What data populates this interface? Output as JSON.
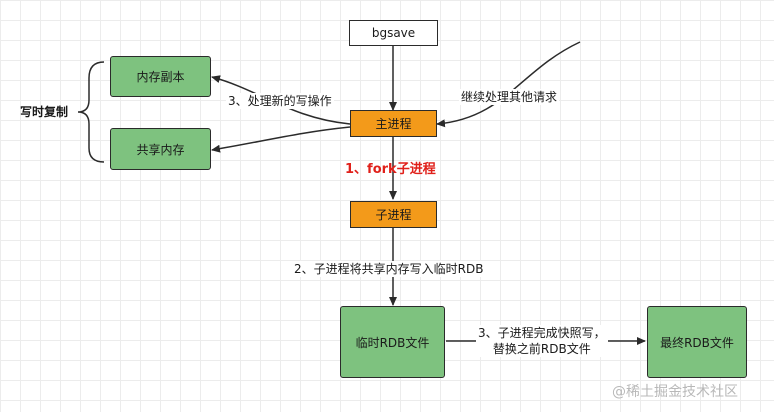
{
  "nodes": {
    "bgsave": "bgsave",
    "main_process": "主进程",
    "child_process": "子进程",
    "memory_copy": "内存副本",
    "shared_memory": "共享内存",
    "temp_rdb": "临时RDB文件",
    "final_rdb": "最终RDB文件"
  },
  "labels": {
    "copy_on_write": "写时复制",
    "handle_new_writes": "3、处理新的写操作",
    "continue_requests": "继续处理其他请求",
    "fork_child": "1、fork子进程",
    "child_write": "2、子进程将共享内存写入临时RDB",
    "snapshot_done_line1": "3、子进程完成快照写，",
    "snapshot_done_line2": "替换之前RDB文件"
  },
  "watermark": "@稀土掘金技术社区",
  "colors": {
    "green": "#7ec27f",
    "orange": "#f39a1a",
    "red_label": "#e0201a",
    "stroke": "#2b2b2b"
  }
}
